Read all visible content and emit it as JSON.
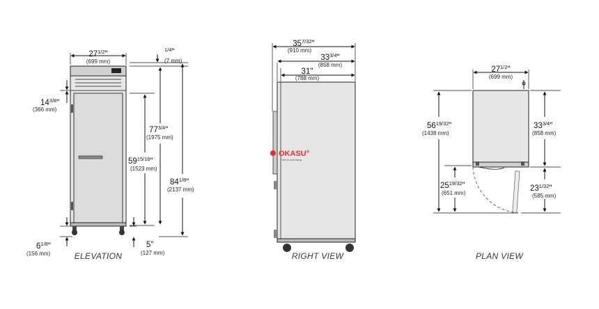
{
  "elevation": {
    "caption": "ELEVATION",
    "width": {
      "main": "27",
      "frac": "1/2",
      "sym": "\"",
      "mm": "(699 mm)"
    },
    "top_gap": {
      "main": "",
      "frac": "1/4",
      "sym": "\"",
      "mm": "(7 mm)"
    },
    "grille": {
      "main": "14",
      "frac": "3/8",
      "sym": "\"",
      "mm": "(366 mm)"
    },
    "door_height": {
      "main": "59",
      "frac": "15/16",
      "sym": "\"",
      "mm": "(1523 mm)"
    },
    "body_height": {
      "main": "77",
      "frac": "3/4",
      "sym": "\"",
      "mm": "(1975 mm)"
    },
    "overall_height": {
      "main": "84",
      "frac": "1/8",
      "sym": "\"",
      "mm": "(2137 mm)"
    },
    "leg_height": {
      "main": "6",
      "frac": "1/8",
      "sym": "\"",
      "mm": "(156 mm)"
    },
    "caster": {
      "main": "5",
      "frac": "",
      "sym": "\"",
      "mm": "(127 mm)"
    }
  },
  "right_view": {
    "caption": "RIGHT VIEW",
    "overall_depth": {
      "main": "35",
      "frac": "7/32",
      "sym": "\"",
      "mm": "(910 mm)"
    },
    "depth_handle": {
      "main": "33",
      "frac": "3/4",
      "sym": "\"",
      "mm": "(858 mm)"
    },
    "body_depth": {
      "main": "31",
      "frac": "",
      "sym": "\"",
      "mm": "(788 mm)"
    }
  },
  "plan_view": {
    "caption": "PLAN VIEW",
    "width": {
      "main": "27",
      "frac": "1/2",
      "sym": "\"",
      "mm": "(699 mm)"
    },
    "total_depth": {
      "main": "56",
      "frac": "19/32",
      "sym": "\"",
      "mm": "(1438 mm)"
    },
    "depth": {
      "main": "33",
      "frac": "3/4",
      "sym": "\"",
      "mm": "(858 mm)"
    },
    "door_swing": {
      "main": "25",
      "frac": "19/32",
      "sym": "\"",
      "mm": "(651 mm)"
    },
    "door_clear": {
      "main": "23",
      "frac": "1/32",
      "sym": "\"",
      "mm": "(585 mm)"
    }
  },
  "watermark": {
    "brand": "OKASU",
    "reg": "®",
    "tagline": "Thiết bị nhà hàng"
  }
}
